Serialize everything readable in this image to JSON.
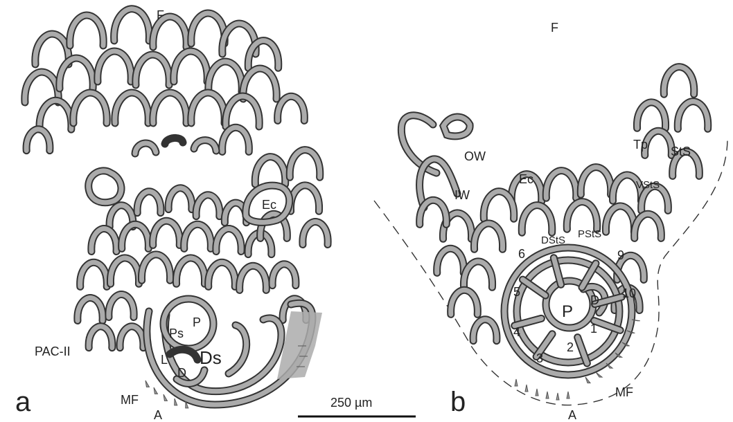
{
  "panel_a": {
    "panel_letter": "a",
    "labels": {
      "F": "F",
      "Ec": "Ec",
      "P": "P",
      "Ps": "Ps",
      "L": "L",
      "Ds": "Ds",
      "D": "D",
      "PAC": "PAC-II",
      "MF": "MF",
      "A": "A"
    }
  },
  "scale_bar": {
    "label": "250 µm"
  },
  "panel_b": {
    "panel_letter": "b",
    "labels": {
      "F": "F",
      "OW": "OW",
      "IW": "IW",
      "Ec": "Ec",
      "Tp": "Tp",
      "StS": "StS",
      "VStS": "VStS",
      "DStS": "DStS",
      "PStS": "PStS",
      "P": "P",
      "D": "D",
      "MF": "MF",
      "A": "A"
    },
    "numbers": [
      "1",
      "2",
      "3",
      "4",
      "5",
      "6",
      "9",
      "10"
    ]
  },
  "colors": {
    "wall_fill": "#ababab",
    "outline": "#333333",
    "background": "#ffffff"
  }
}
